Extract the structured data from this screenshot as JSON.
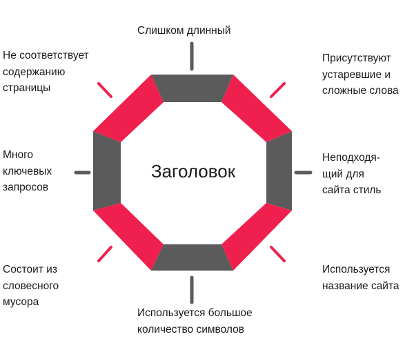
{
  "title": "Заголовок",
  "colors": {
    "gray": "#5b5b5b",
    "pink": "#f0204e",
    "text": "#1a1a1a"
  },
  "labels": {
    "top": [
      "Слишком длинный"
    ],
    "top_left": [
      "Не соответствует",
      "содержанию",
      "страницы"
    ],
    "top_right": [
      "Присутствуют",
      "устаревшие и",
      "сложные слова"
    ],
    "left": [
      "Много",
      "ключевых",
      "запросов"
    ],
    "right": [
      "Неподходя-",
      "щий для",
      "сайта стиль"
    ],
    "bottom_left": [
      "Состоит из",
      "словесного",
      "мусора"
    ],
    "bottom_right": [
      "Используется",
      "название сайта"
    ],
    "bottom": [
      "Используется большое",
      "количество символов"
    ]
  }
}
